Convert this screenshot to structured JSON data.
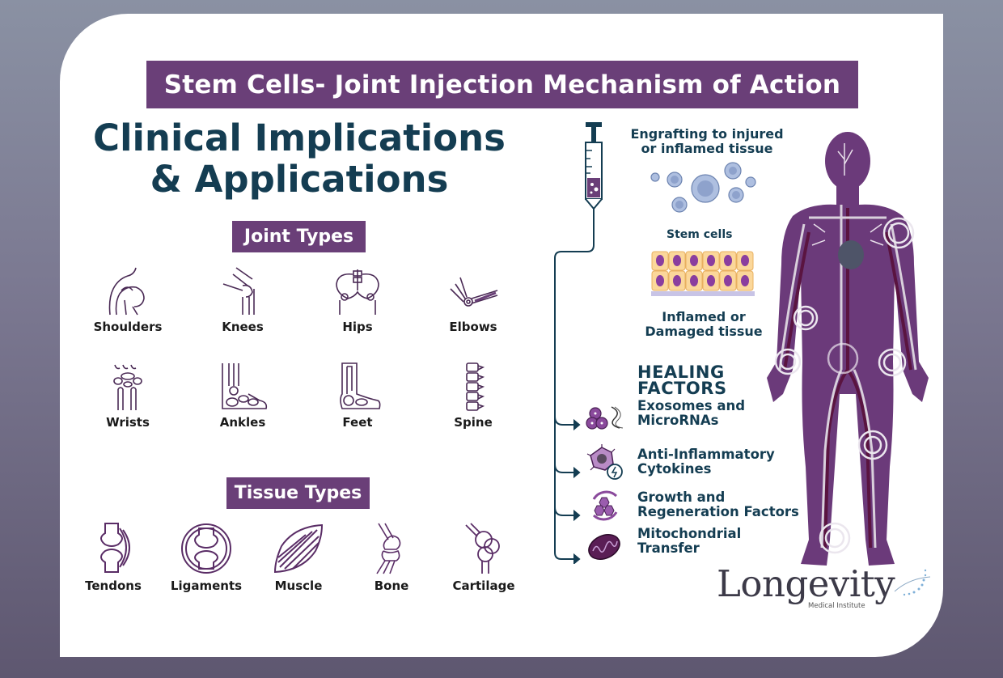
{
  "banner": {
    "title": "Stem Cells- Joint Injection Mechanism of Action"
  },
  "headline": {
    "line1": "Clinical Implications",
    "line2": "& Applications"
  },
  "joint_types": {
    "heading": "Joint Types",
    "items": [
      {
        "label": "Shoulders",
        "icon": "shoulder-icon"
      },
      {
        "label": "Knees",
        "icon": "knee-icon"
      },
      {
        "label": "Hips",
        "icon": "hip-icon"
      },
      {
        "label": "Elbows",
        "icon": "elbow-icon"
      },
      {
        "label": "Wrists",
        "icon": "wrist-icon"
      },
      {
        "label": "Ankles",
        "icon": "ankle-icon"
      },
      {
        "label": "Feet",
        "icon": "foot-icon"
      },
      {
        "label": "Spine",
        "icon": "spine-icon"
      }
    ]
  },
  "tissue_types": {
    "heading": "Tissue Types",
    "items": [
      {
        "label": "Tendons",
        "icon": "tendon-icon"
      },
      {
        "label": "Ligaments",
        "icon": "ligament-icon"
      },
      {
        "label": "Muscle",
        "icon": "muscle-icon"
      },
      {
        "label": "Bone",
        "icon": "bone-icon"
      },
      {
        "label": "Cartilage",
        "icon": "cartilage-icon"
      }
    ]
  },
  "mechanism": {
    "engrafting_line1": "Engrafting to injured",
    "engrafting_line2": "or inflamed tissue",
    "stem_cells_label": "Stem cells",
    "tissue_line1": "Inflamed or",
    "tissue_line2": "Damaged tissue",
    "healing_line1": "HEALING",
    "healing_line2": "FACTORS",
    "factors": [
      {
        "line1": "Exosomes and",
        "line2": "MicroRNAs",
        "icon": "exosome-icon"
      },
      {
        "line1": "Anti-Inflammatory",
        "line2": "Cytokines",
        "icon": "cytokine-icon"
      },
      {
        "line1": "Growth and",
        "line2": "Regeneration Factors",
        "icon": "growth-factor-icon"
      },
      {
        "line1": "Mitochondrial",
        "line2": "Transfer",
        "icon": "mitochondria-icon"
      }
    ]
  },
  "logo": {
    "name": "Longevity",
    "subtitle": "Medical Institute"
  },
  "colors": {
    "brand_purple": "#6a3f78",
    "navy_text": "#143d52",
    "body_purple": "#6b3a7a",
    "vein_dark": "#5a1440"
  }
}
